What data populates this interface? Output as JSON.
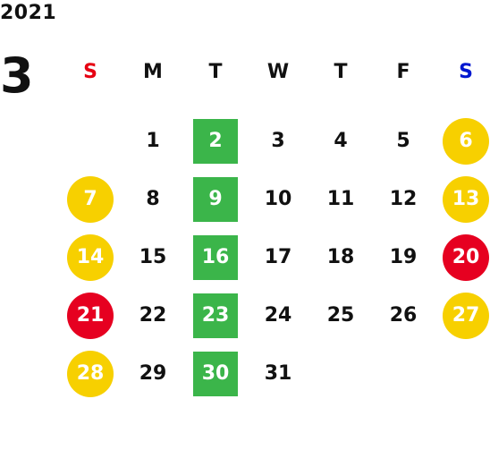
{
  "calendar": {
    "year": "2021",
    "month": "3",
    "weekdays": [
      {
        "label": "S",
        "color": "#e60012"
      },
      {
        "label": "M",
        "color": "#111111"
      },
      {
        "label": "T",
        "color": "#111111"
      },
      {
        "label": "W",
        "color": "#111111"
      },
      {
        "label": "T",
        "color": "#111111"
      },
      {
        "label": "F",
        "color": "#111111"
      },
      {
        "label": "S",
        "color": "#0018d0"
      }
    ],
    "colors": {
      "weekend_circle": "#f7d000",
      "holiday_circle": "#e60020",
      "tuesday_square": "#3bb54a"
    },
    "weeks": [
      [
        {
          "day": "",
          "mark": ""
        },
        {
          "day": "1",
          "mark": ""
        },
        {
          "day": "2",
          "mark": "square"
        },
        {
          "day": "3",
          "mark": ""
        },
        {
          "day": "4",
          "mark": ""
        },
        {
          "day": "5",
          "mark": ""
        },
        {
          "day": "6",
          "mark": "yellow"
        }
      ],
      [
        {
          "day": "7",
          "mark": "yellow"
        },
        {
          "day": "8",
          "mark": ""
        },
        {
          "day": "9",
          "mark": "square"
        },
        {
          "day": "10",
          "mark": ""
        },
        {
          "day": "11",
          "mark": ""
        },
        {
          "day": "12",
          "mark": ""
        },
        {
          "day": "13",
          "mark": "yellow"
        }
      ],
      [
        {
          "day": "14",
          "mark": "yellow"
        },
        {
          "day": "15",
          "mark": ""
        },
        {
          "day": "16",
          "mark": "square"
        },
        {
          "day": "17",
          "mark": ""
        },
        {
          "day": "18",
          "mark": ""
        },
        {
          "day": "19",
          "mark": ""
        },
        {
          "day": "20",
          "mark": "red"
        }
      ],
      [
        {
          "day": "21",
          "mark": "red"
        },
        {
          "day": "22",
          "mark": ""
        },
        {
          "day": "23",
          "mark": "square"
        },
        {
          "day": "24",
          "mark": ""
        },
        {
          "day": "25",
          "mark": ""
        },
        {
          "day": "26",
          "mark": ""
        },
        {
          "day": "27",
          "mark": "yellow"
        }
      ],
      [
        {
          "day": "28",
          "mark": "yellow"
        },
        {
          "day": "29",
          "mark": ""
        },
        {
          "day": "30",
          "mark": "square"
        },
        {
          "day": "31",
          "mark": ""
        },
        {
          "day": "",
          "mark": ""
        },
        {
          "day": "",
          "mark": ""
        },
        {
          "day": "",
          "mark": ""
        }
      ]
    ]
  }
}
